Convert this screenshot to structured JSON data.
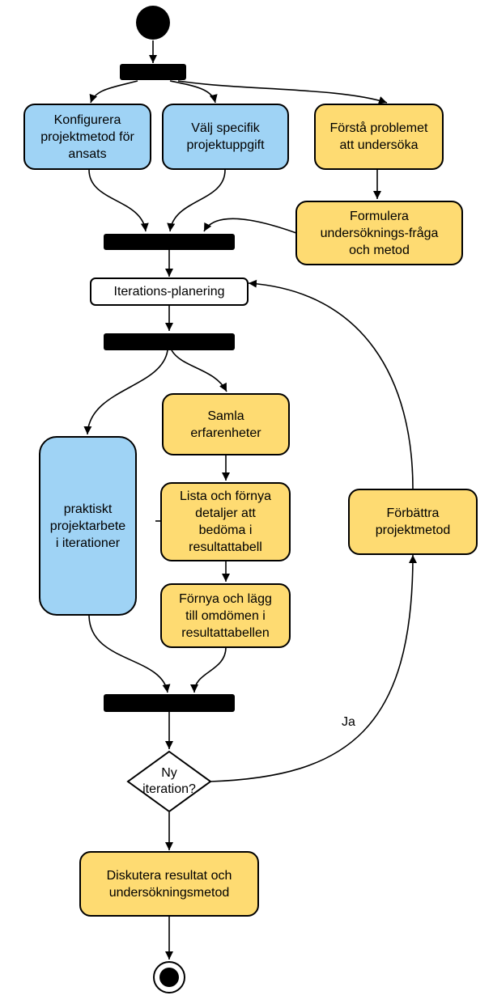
{
  "nodes": {
    "konfigurera": "Konfigurera\nprojektmetod för\nansats",
    "valj": "Välj specifik\nprojektuppgift",
    "forsta": "Förstå problemet\natt undersöka",
    "formulera": "Formulera\nundersöknings-fråga\noch metod",
    "iterationsplanering": "Iterations-planering",
    "samla": "Samla\nerfarenheter",
    "lista": "Lista och förnya\ndetaljer att\nbedöma i\nresultattabell",
    "fornya": "Förnya och lägg\ntill omdömen i\nresultattabellen",
    "praktiskt": "praktiskt\nprojektarbete\ni iterationer",
    "forbattra": "Förbättra\nprojektmetod",
    "decision": "Ny\niteration?",
    "diskutera": "Diskutera resultat och\nundersökningsmetod"
  },
  "edge_labels": {
    "ja": "Ja"
  },
  "colors": {
    "blue": "#9fd3f5",
    "yellow": "#fedb72",
    "line": "#000000"
  }
}
